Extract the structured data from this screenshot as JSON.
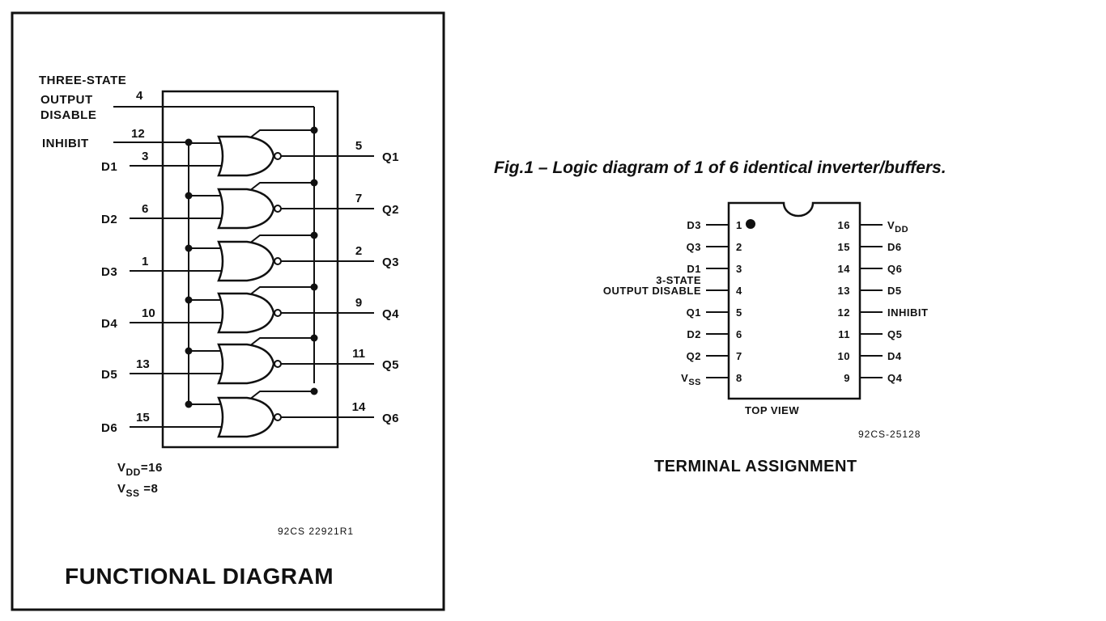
{
  "functional": {
    "title": "FUNCTIONAL DIAGRAM",
    "code": "92CS  22921R1",
    "control_label_lines": [
      "THREE-STATE",
      "OUTPUT",
      "DISABLE"
    ],
    "control_pin": "4",
    "inhibit_label": "INHIBIT",
    "inhibit_pin": "12",
    "vdd": {
      "main": "V",
      "sub": "DD",
      "rest": "=16"
    },
    "vss": {
      "main": "V",
      "sub": "SS",
      "rest": " =8"
    },
    "gates": [
      {
        "in_label": "D1",
        "in_pin": "3",
        "out_label": "Q1",
        "out_pin": "5"
      },
      {
        "in_label": "D2",
        "in_pin": "6",
        "out_label": "Q2",
        "out_pin": "7"
      },
      {
        "in_label": "D3",
        "in_pin": "1",
        "out_label": "Q3",
        "out_pin": "2"
      },
      {
        "in_label": "D4",
        "in_pin": "10",
        "out_label": "Q4",
        "out_pin": "9"
      },
      {
        "in_label": "D5",
        "in_pin": "13",
        "out_label": "Q5",
        "out_pin": "11"
      },
      {
        "in_label": "D6",
        "in_pin": "15",
        "out_label": "Q6",
        "out_pin": "14"
      }
    ]
  },
  "caption": "Fig.1 – Logic diagram of 1 of 6 identical inverter/buffers.",
  "terminal": {
    "title": "TERMINAL ASSIGNMENT",
    "view_label": "TOP VIEW",
    "code": "92CS-25128",
    "left_pins": [
      {
        "num": "1",
        "label": "D3"
      },
      {
        "num": "2",
        "label": "Q3"
      },
      {
        "num": "3",
        "label": "D1"
      },
      {
        "num": "4",
        "label": "3-STATE\nOUTPUT DISABLE"
      },
      {
        "num": "5",
        "label": "Q1"
      },
      {
        "num": "6",
        "label": "D2"
      },
      {
        "num": "7",
        "label": "Q2"
      },
      {
        "num": "8",
        "label": "V|SS"
      }
    ],
    "right_pins": [
      {
        "num": "16",
        "label": "V|DD"
      },
      {
        "num": "15",
        "label": "D6"
      },
      {
        "num": "14",
        "label": "Q6"
      },
      {
        "num": "13",
        "label": "D5"
      },
      {
        "num": "12",
        "label": "INHIBIT"
      },
      {
        "num": "11",
        "label": "Q5"
      },
      {
        "num": "10",
        "label": "D4"
      },
      {
        "num": "9",
        "label": "Q4"
      }
    ]
  }
}
